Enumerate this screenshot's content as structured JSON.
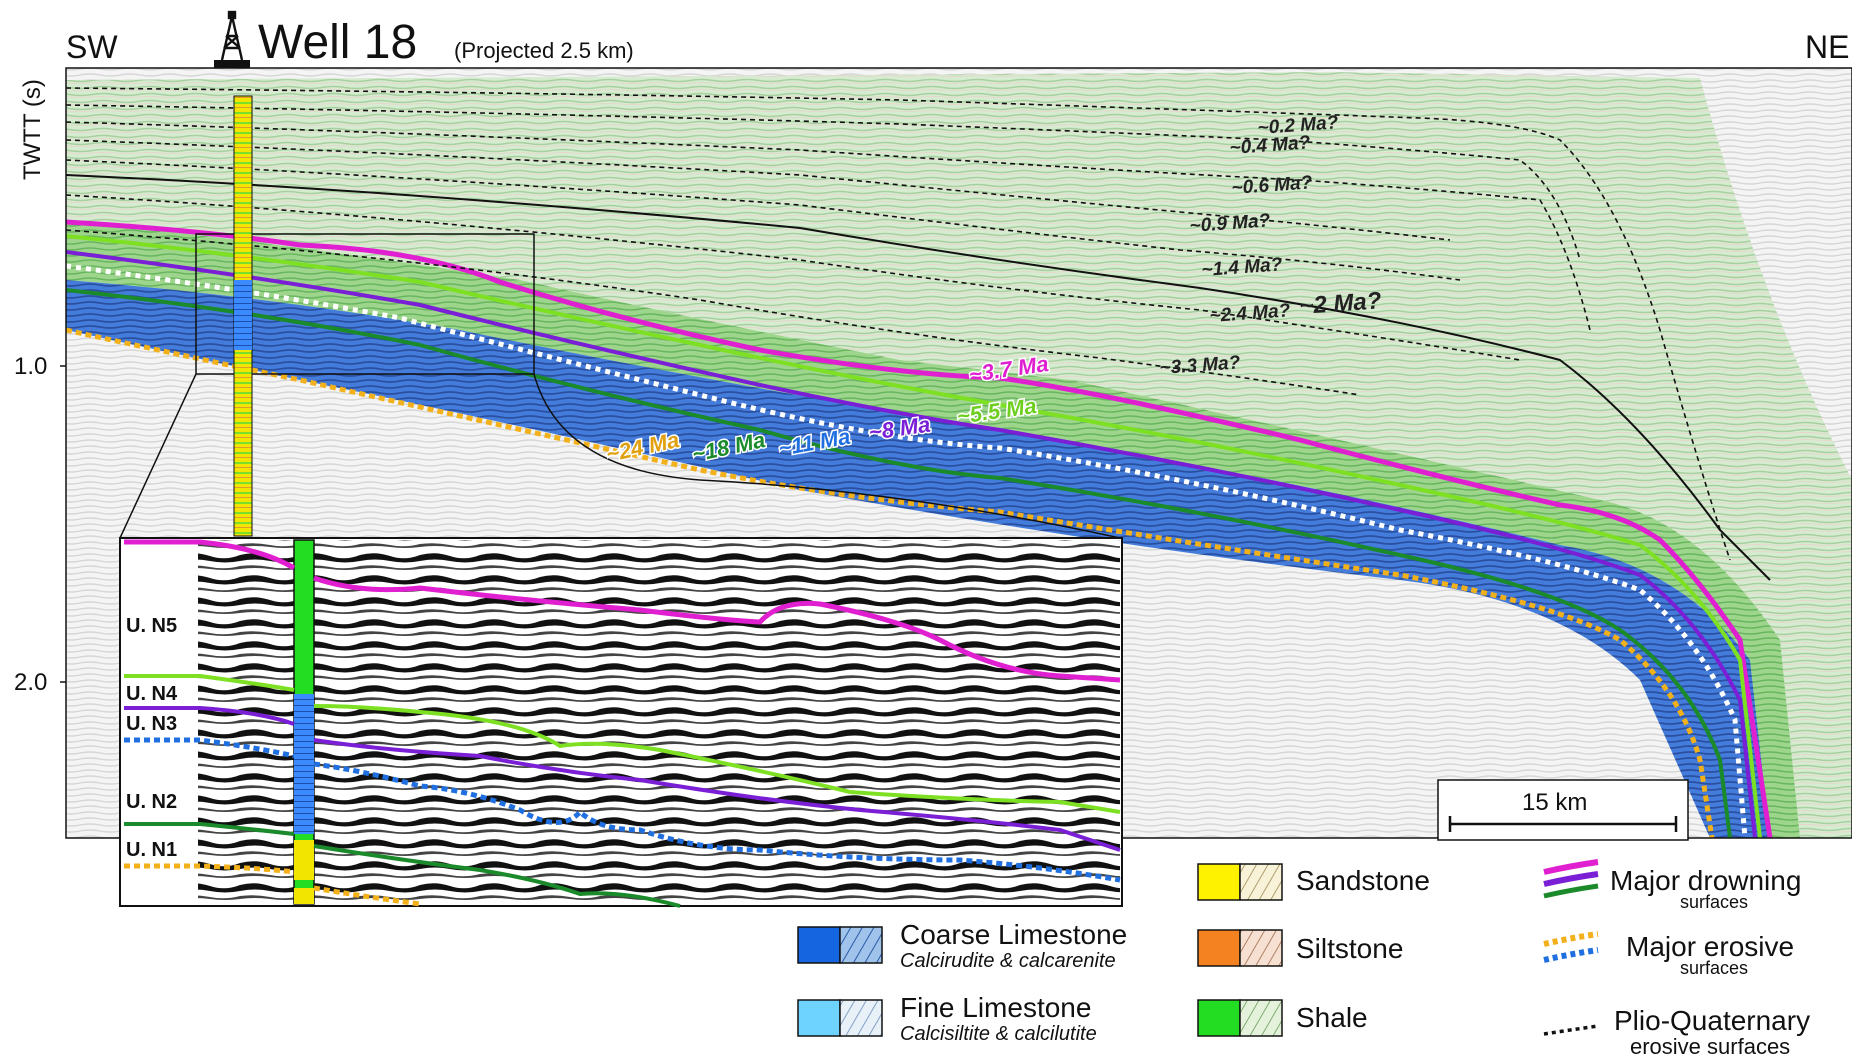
{
  "header": {
    "left_dir": "SW",
    "right_dir": "NE",
    "well_name": "Well 18",
    "well_note": "(Projected 2.5 km)"
  },
  "axis": {
    "label": "TWTT (s)",
    "ticks": [
      "1.0",
      "2.0"
    ]
  },
  "scale_bar": {
    "label": "15 km"
  },
  "age_labels_upper": [
    "~0.2 Ma?",
    "~0.4 Ma?",
    "~0.6 Ma?",
    "~0.9 Ma?",
    "~1.4 Ma?",
    "~2 Ma?",
    "~2.4 Ma?",
    "~3.3 Ma?"
  ],
  "age_labels_horizons": [
    {
      "text": "~3.7 Ma",
      "color": "#e020d0"
    },
    {
      "text": "~5.5 Ma",
      "color": "#6fcf1f"
    },
    {
      "text": "~8 Ma",
      "color": "#7a1fd6"
    },
    {
      "text": "~11 Ma",
      "color": "#1f6fe0"
    },
    {
      "text": "~18 Ma",
      "color": "#1a8a2a"
    },
    {
      "text": "~24 Ma",
      "color": "#e0a010"
    }
  ],
  "inset": {
    "units": [
      "U. N5",
      "U. N4",
      "U. N3",
      "U. N2",
      "U. N1"
    ]
  },
  "legend": {
    "lithology": [
      {
        "title": "Coarse Limestone",
        "subtitle": "Calcirudite & calcarenite",
        "color": "#1565e0"
      },
      {
        "title": "Fine Limestone",
        "subtitle": "Calcisiltite & calcilutite",
        "color": "#6fd3ff"
      },
      {
        "title": "Sandstone",
        "subtitle": "",
        "color": "#fff200"
      },
      {
        "title": "Siltstone",
        "subtitle": "",
        "color": "#f58220"
      },
      {
        "title": "Shale",
        "subtitle": "",
        "color": "#22dd22"
      }
    ],
    "surfaces": [
      {
        "title": "Major drowning",
        "subtitle": "surfaces"
      },
      {
        "title": "Major erosive",
        "subtitle": "surfaces"
      },
      {
        "title": "Plio-Quaternary",
        "subtitle": "erosive surfaces"
      }
    ]
  },
  "colors": {
    "magenta": "#e020d0",
    "lime": "#7ee022",
    "purple": "#7a1fd6",
    "blue_dotted": "#1f6fe0",
    "green": "#1a8a2a",
    "orange_dotted": "#f2b01a"
  }
}
